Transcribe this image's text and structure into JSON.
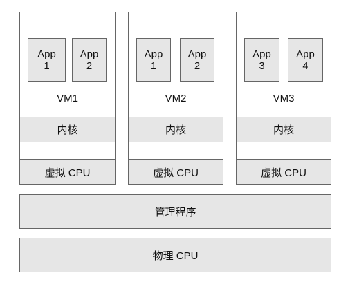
{
  "vms": [
    {
      "name": "VM1",
      "apps": [
        "App\n1",
        "App\n2"
      ],
      "kernel": "内核",
      "vcpu": "虚拟 CPU"
    },
    {
      "name": "VM2",
      "apps": [
        "App\n1",
        "App\n2"
      ],
      "kernel": "内核",
      "vcpu": "虚拟 CPU"
    },
    {
      "name": "VM3",
      "apps": [
        "App\n3",
        "App\n4"
      ],
      "kernel": "内核",
      "vcpu": "虚拟 CPU"
    }
  ],
  "hypervisor": "管理程序",
  "physical_cpu": "物理 CPU",
  "colors": {
    "fill": "#e6e6e6",
    "border": "#666666",
    "background": "#ffffff"
  }
}
